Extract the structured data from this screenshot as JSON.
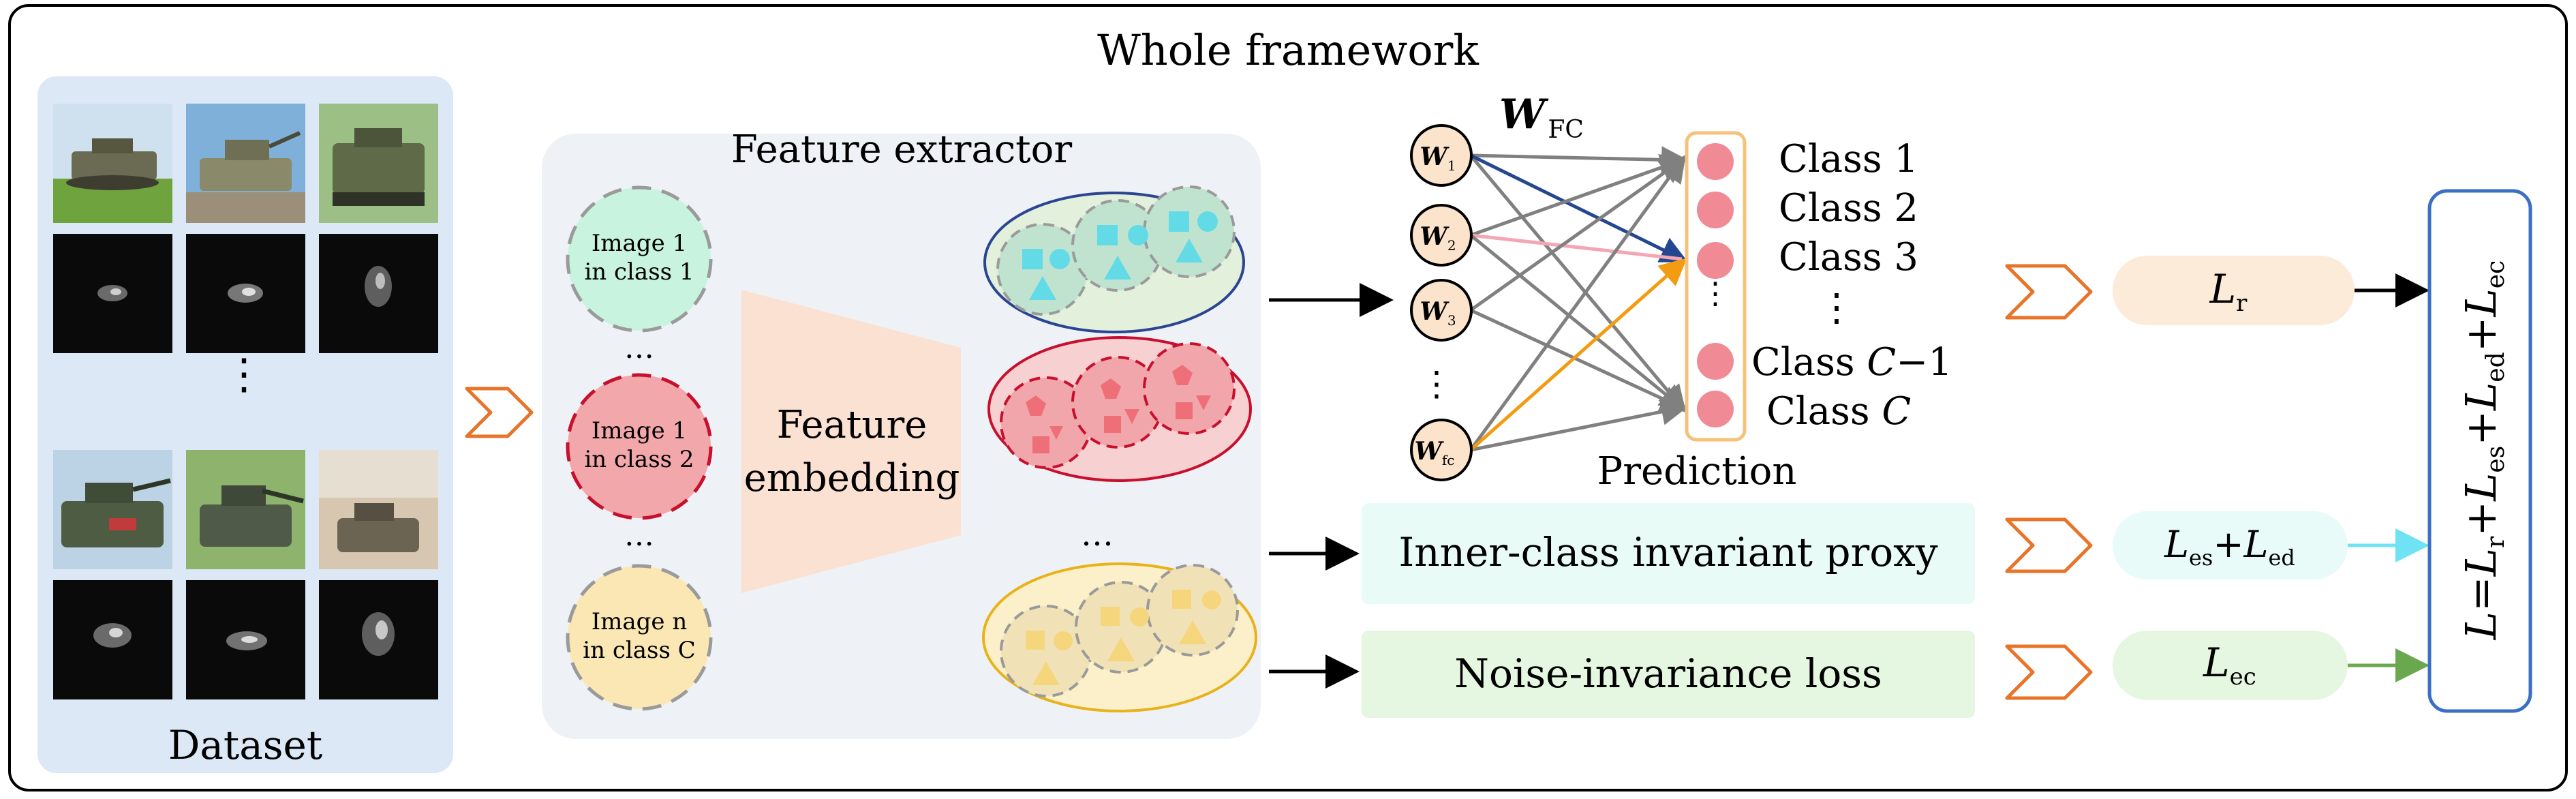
{
  "title": "Whole framework",
  "dataset": {
    "label": "Dataset",
    "ellipsis": "⋮"
  },
  "feature_extractor": {
    "title": "Feature extractor",
    "nodes": [
      {
        "line1": "Image 1",
        "line2": "in class 1",
        "fill": "#c8f3df"
      },
      {
        "line1": "Image 1",
        "line2": "in class 2",
        "fill": "#f2a7ab"
      },
      {
        "line1": "Image n",
        "line2": "in class C",
        "fill": "#fbe7b4"
      }
    ],
    "node_ellipsis": "…",
    "embedding_line1": "Feature",
    "embedding_line2": "embedding",
    "cluster_ellipsis": "…",
    "cluster_colors": [
      "#2c4592",
      "#c8102e",
      "#e8b21b"
    ]
  },
  "fc": {
    "label_main": "W",
    "label_sub": "FC",
    "inputs": [
      {
        "main": "W",
        "sub": "1"
      },
      {
        "main": "W",
        "sub": "2"
      },
      {
        "main": "W",
        "sub": "3"
      },
      {
        "main": "W",
        "sub": "fc"
      }
    ],
    "input_ellipsis": "⋮",
    "output_ellipsis": "⋮"
  },
  "prediction": {
    "label": "Prediction",
    "classes": [
      {
        "pre": "Class ",
        "it": "",
        "post": "1"
      },
      {
        "pre": "Class ",
        "it": "",
        "post": "2"
      },
      {
        "pre": "Class ",
        "it": "",
        "post": "3"
      },
      {
        "pre": "Class ",
        "it": "C",
        "post": "−1"
      },
      {
        "pre": "Class ",
        "it": "C",
        "post": ""
      }
    ],
    "class_ellipsis": "⋮"
  },
  "modules": {
    "proxy": "Inner-class invariant proxy",
    "noise": "Noise-invariance loss"
  },
  "losses": {
    "lr": {
      "main": "L",
      "sub": "r"
    },
    "les_led": {
      "a_main": "L",
      "a_sub": "es",
      "plus": "+",
      "b_main": "L",
      "b_sub": "ed"
    },
    "lec": {
      "main": "L",
      "sub": "ec"
    }
  },
  "total_loss": {
    "L": "L",
    "eq": "=",
    "plus": "+",
    "t1": {
      "main": "L",
      "sub": "r"
    },
    "t2": {
      "main": "L",
      "sub": "es"
    },
    "t3": {
      "main": "L",
      "sub": "ed"
    },
    "t4": {
      "main": "L",
      "sub": "ec"
    }
  },
  "colors": {
    "accent_orange": "#e8742a",
    "arrow_cyan": "#6fe3f4",
    "arrow_green": "#6aa84f",
    "total_border": "#3a6fc4",
    "weight_orange": "#f39c12",
    "weight_blue": "#24478f",
    "weight_pink": "#f4a6b4"
  }
}
